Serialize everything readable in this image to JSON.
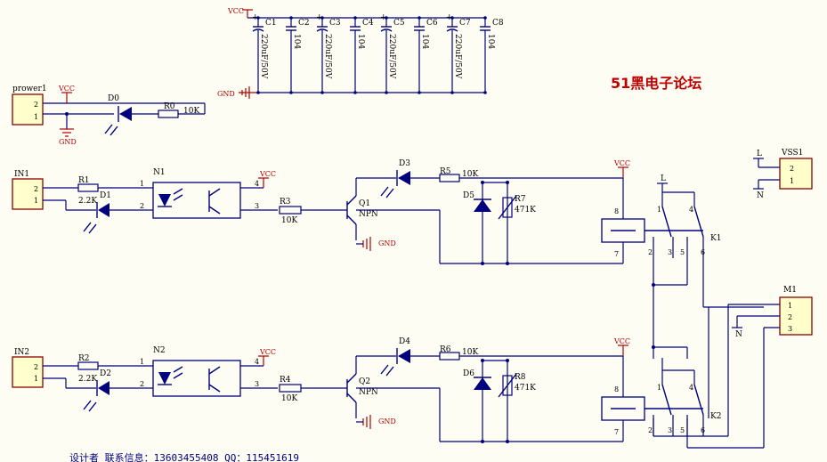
{
  "brand": "51黑电子论坛",
  "footer": "设计者  联系信息：13603455408  QQ：115451619",
  "labels": {
    "vcc": "VCC",
    "gnd": "GND",
    "npn": "NPN",
    "l": "L",
    "n": "N"
  },
  "caps": [
    {
      "ref": "C1",
      "value": "220uF/50V"
    },
    {
      "ref": "C2",
      "value": "104"
    },
    {
      "ref": "C3",
      "value": "220uF/50V"
    },
    {
      "ref": "C4",
      "value": "104"
    },
    {
      "ref": "C5",
      "value": "220uF/50V"
    },
    {
      "ref": "C6",
      "value": "104"
    },
    {
      "ref": "C7",
      "value": "220uF/50V"
    },
    {
      "ref": "C8",
      "value": "104"
    }
  ],
  "power": {
    "conn": "prower1",
    "led": "D0",
    "res": "R0",
    "res_val": "10K"
  },
  "channels": [
    {
      "conn": "IN1",
      "r_in": "R1",
      "r_in_val": "2.2K",
      "led": "D1",
      "opto": "N1",
      "r_base": "R3",
      "r_base_val": "10K",
      "transistor": "Q1",
      "led2": "D3",
      "r_led": "R5",
      "r_led_val": "10K",
      "diode": "D5",
      "varistor": "R7",
      "var_val": "471K",
      "relay": "K1"
    },
    {
      "conn": "IN2",
      "r_in": "R2",
      "r_in_val": "2.2K",
      "led": "D2",
      "opto": "N2",
      "r_base": "R4",
      "r_base_val": "10K",
      "transistor": "Q2",
      "led2": "D4",
      "r_led": "R6",
      "r_led_val": "10K",
      "diode": "D6",
      "varistor": "R8",
      "var_val": "471K",
      "relay": "K2"
    }
  ],
  "vss": "VSS1",
  "motor": "M1",
  "pins": {
    "p1": "1",
    "p2": "2",
    "p3": "3",
    "p4": "4",
    "p5": "5",
    "p6": "6",
    "p7": "7",
    "p8": "8"
  }
}
